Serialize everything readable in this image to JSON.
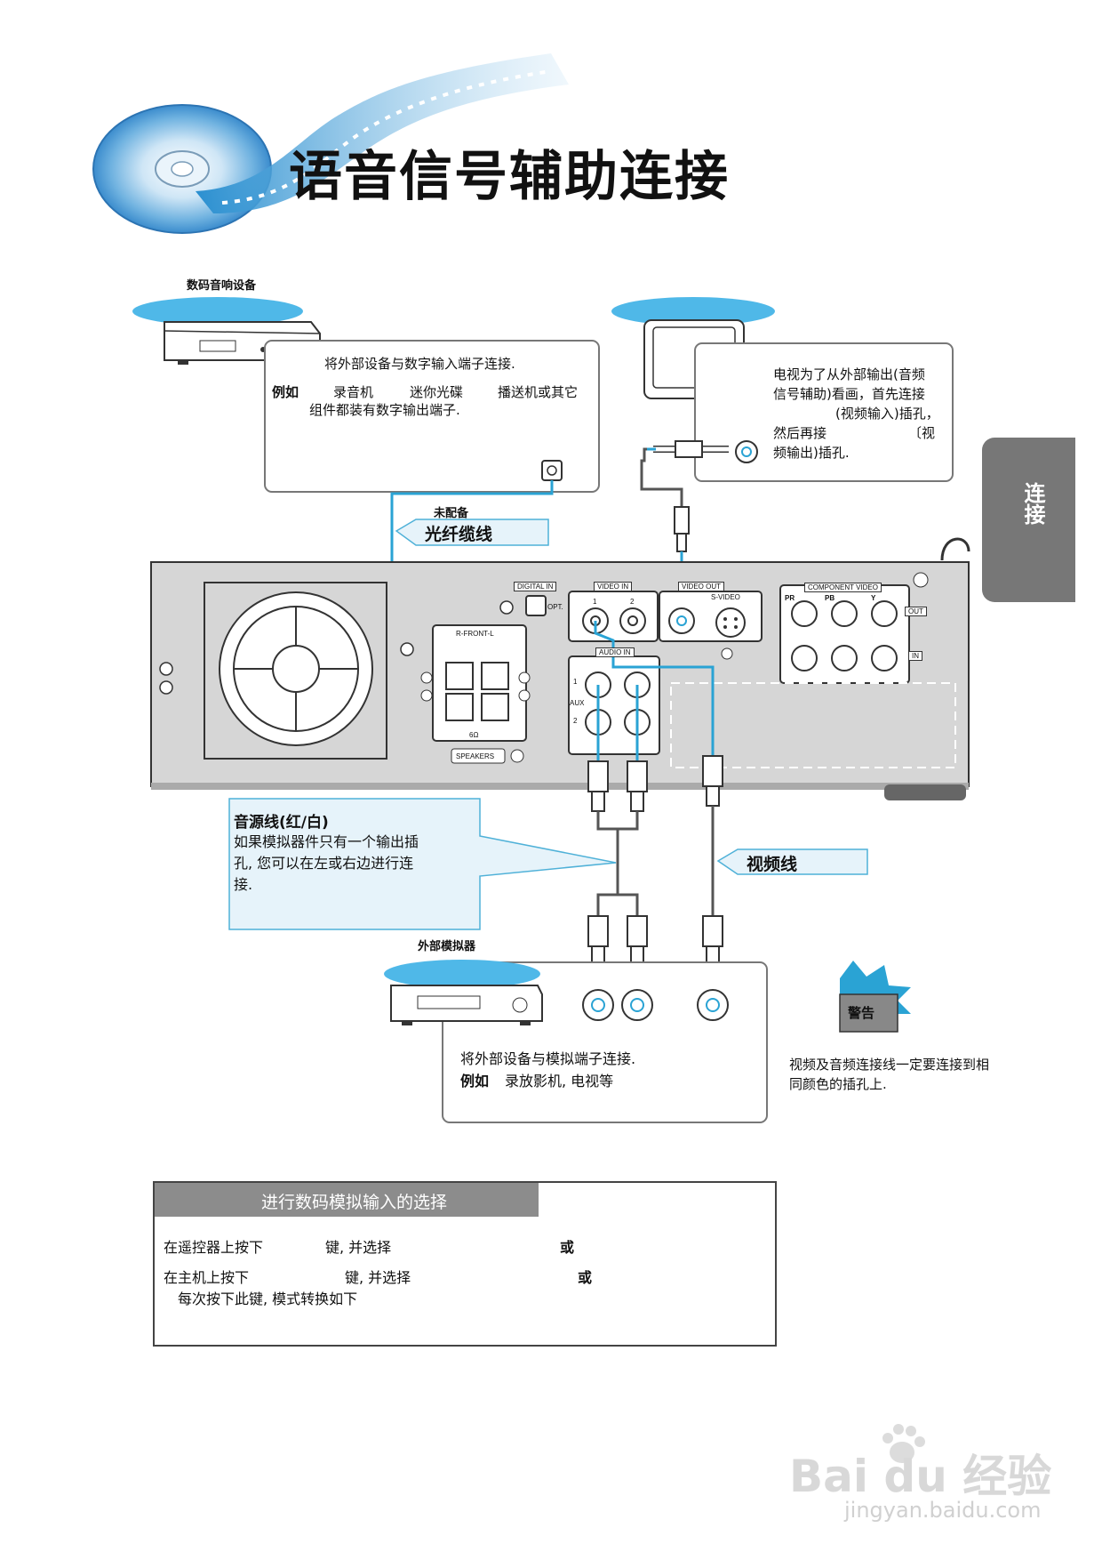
{
  "page": {
    "title": "语音信号辅助连接",
    "side_tab": "连接"
  },
  "digital_device": {
    "label": "数码音响设备",
    "box_line1": "将外部设备与数字输入端子连接.",
    "example_prefix": "例如",
    "example_items": [
      "录音机",
      "迷你光碟",
      "播送机或其它"
    ],
    "box_line3": "组件都装有数字输出端子."
  },
  "optical": {
    "note": "未配备",
    "label": "光纤缆线"
  },
  "tv": {
    "text_lines": [
      "电视为了从外部输出(音频",
      "信号辅助)看画，首先连接",
      "(视频输入)插孔，",
      "然后再接",
      "〔视",
      "频输出)插孔."
    ]
  },
  "panel": {
    "digital_in": "DIGITAL IN",
    "opt": "OPT.",
    "video_in": "VIDEO IN",
    "video_out": "VIDEO OUT",
    "s_video": "S-VIDEO",
    "component_video": "COMPONENT VIDEO",
    "pr": "PR",
    "pb": "PB",
    "y": "Y",
    "out": "OUT",
    "in": "IN",
    "r_front_l": "R-FRONT-L",
    "ohm": "6Ω",
    "speakers": "SPEAKERS",
    "audio_in": "AUDIO IN",
    "aux": "AUX",
    "one": "1",
    "two": "2"
  },
  "audio_bubble": {
    "title": "音源线(红/白)",
    "lines": [
      "如果模拟器件只有一个输出插",
      "孔, 您可以在左或右边进行连",
      "接."
    ]
  },
  "video_cable": {
    "label": "视频线"
  },
  "analog_device": {
    "label": "外部模拟器",
    "box_line1": "将外部设备与模拟端子连接.",
    "example_prefix": "例如",
    "box_line2": "录放影机, 电视等"
  },
  "warning": {
    "badge": "警告",
    "lines": [
      "视频及音频连接线一定要连接到相",
      "同颜色的插孔上."
    ]
  },
  "selection": {
    "header": "进行数码模拟输入的选择",
    "line1_a": "在遥控器上按下",
    "line1_b": "键, 并选择",
    "line1_or": "或",
    "line2_a": "在主机上按下",
    "line2_b": "键, 并选择",
    "line2_or": "或",
    "line3": "每次按下此键, 模式转换如下"
  },
  "watermark": {
    "logo": "Bai du 经验",
    "url": "jingyan.baidu.com"
  },
  "colors": {
    "accent": "#2aa3d4",
    "cable": "#555555",
    "panel": "#d6d6d6",
    "tab": "#777777"
  }
}
